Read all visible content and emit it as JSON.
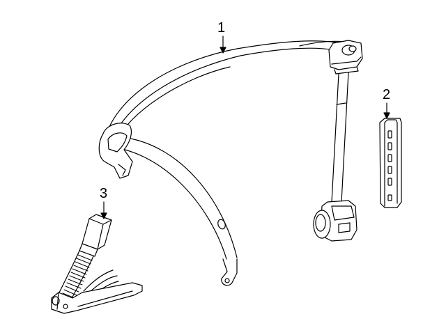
{
  "callouts": {
    "part1": "1",
    "part2": "2",
    "part3": "3"
  },
  "colors": {
    "line": "#000000",
    "fill": "#ffffff"
  }
}
